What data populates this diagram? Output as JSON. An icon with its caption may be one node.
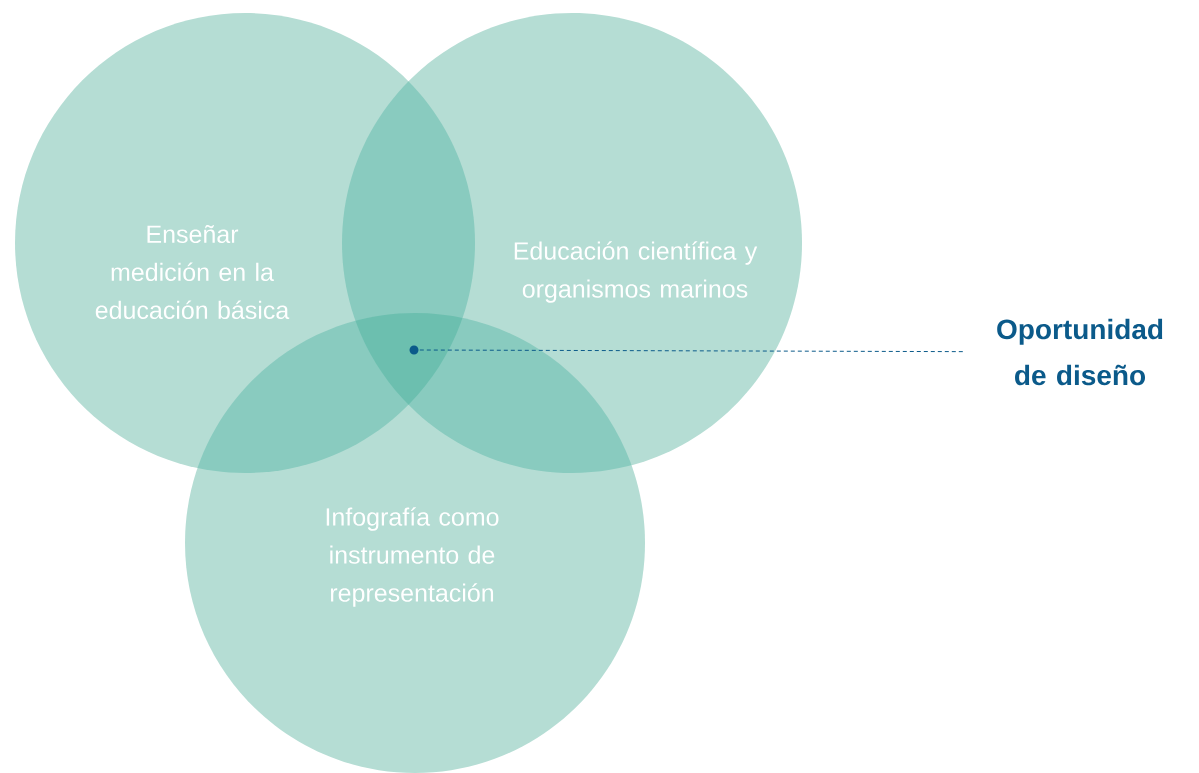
{
  "diagram": {
    "nodes": [
      {
        "text": [
          "Enseñar medición en la educación básica"
        ]
      },
      {
        "text": [
          "Educación científica y organismos marinos"
        ]
      },
      {
        "text": [
          "Infografía como instrumento de representación"
        ]
      },
      {
        "text": [],
        "shape": "circle"
      },
      {
        "text": [
          "Oportunidad de diseño"
        ]
      }
    ],
    "edges": [
      {
        "from": 4,
        "to": 3,
        "arrow": "none",
        "style": "dashed"
      }
    ]
  }
}
